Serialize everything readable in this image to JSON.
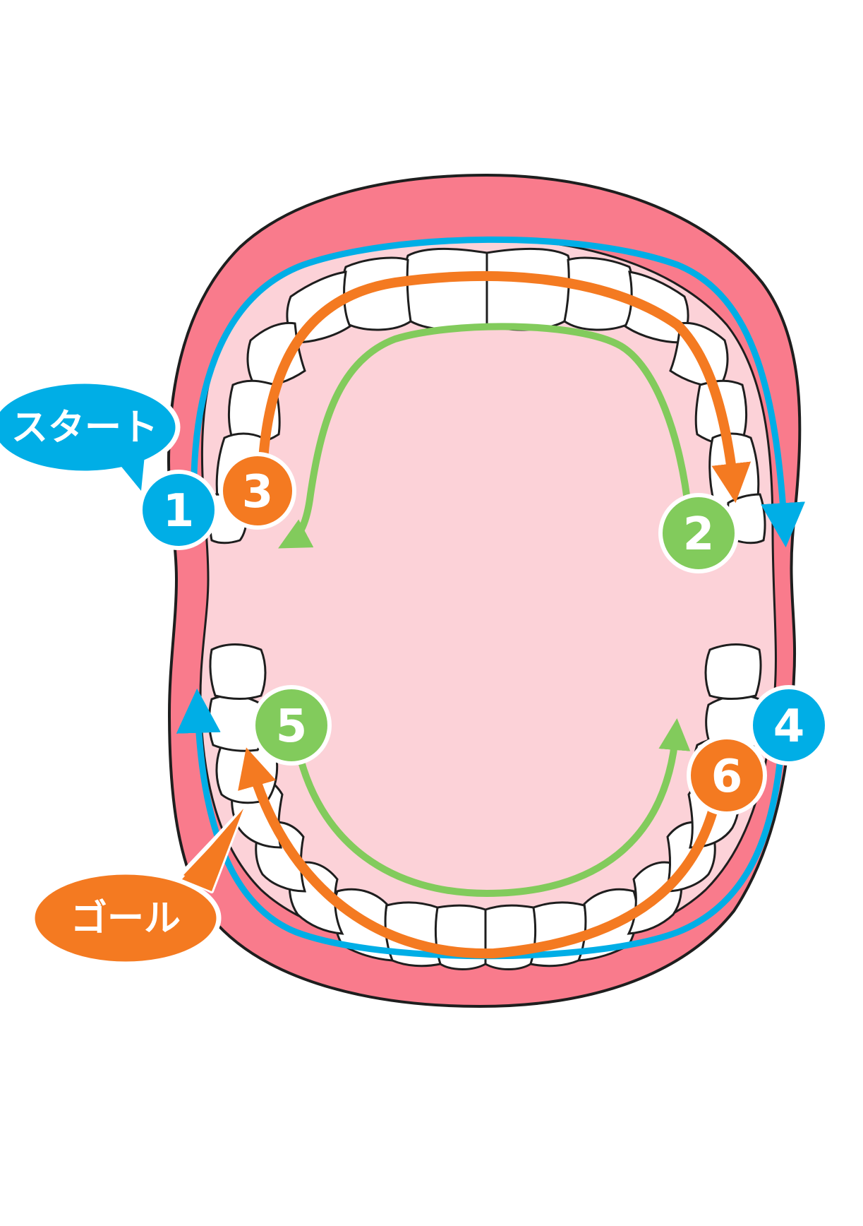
{
  "colors": {
    "lip": "#f97b8c",
    "inner": "#fcd2d8",
    "tooth": "#ffffff",
    "outline": "#1e1e1e",
    "blue": "#00aee6",
    "orange": "#f47a21",
    "green": "#82cb5c"
  },
  "labels": {
    "start": "スタート",
    "goal": "ゴール"
  },
  "steps": [
    {
      "num": "1",
      "color": "blue"
    },
    {
      "num": "2",
      "color": "green"
    },
    {
      "num": "3",
      "color": "orange"
    },
    {
      "num": "4",
      "color": "blue"
    },
    {
      "num": "5",
      "color": "green"
    },
    {
      "num": "6",
      "color": "orange"
    }
  ]
}
